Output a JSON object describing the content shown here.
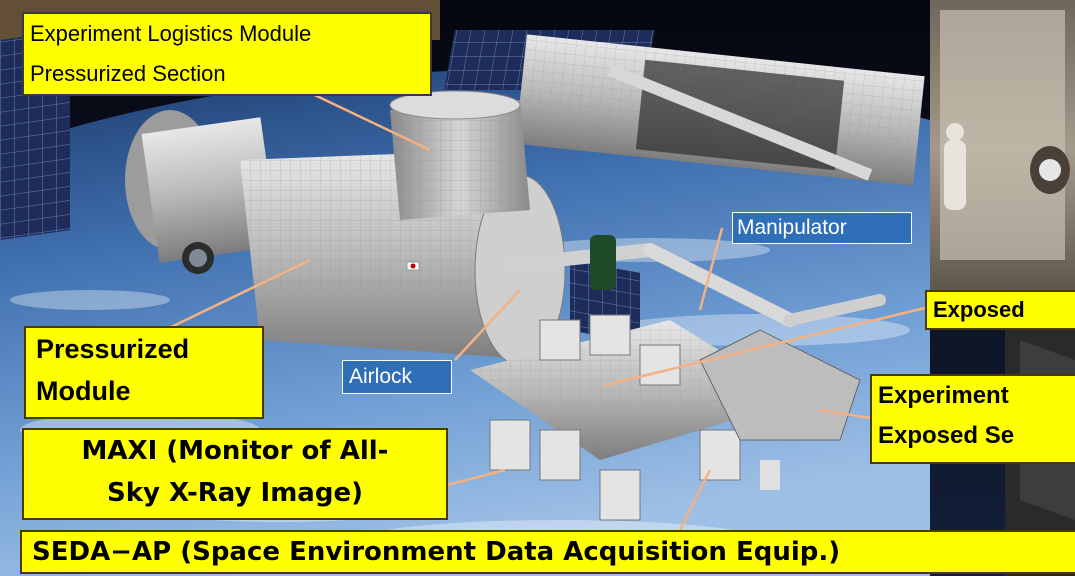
{
  "labels": {
    "elm_ps_line1": "Experiment Logistics Module",
    "elm_ps_line2": "Pressurized Section",
    "manipulator": "Manipulator",
    "exposed_facility": "Exposed",
    "pressurized_module_line1": "Pressurized",
    "pressurized_module_line2": "Module",
    "airlock": "Airlock",
    "elm_es_line1": "Experiment",
    "elm_es_line2": "Exposed Se",
    "maxi_line1": "MAXI (Monitor of All-",
    "maxi_line2": "Sky X-Ray Image)",
    "seda_ap": "SEDA−AP (Space Environment Data Acquisition Equip.)"
  },
  "colors": {
    "label_fill": "#ffff00",
    "label_border": "#4a3a00",
    "leader_line": "#f4b183",
    "callout_fill": "#2f6fb8"
  }
}
